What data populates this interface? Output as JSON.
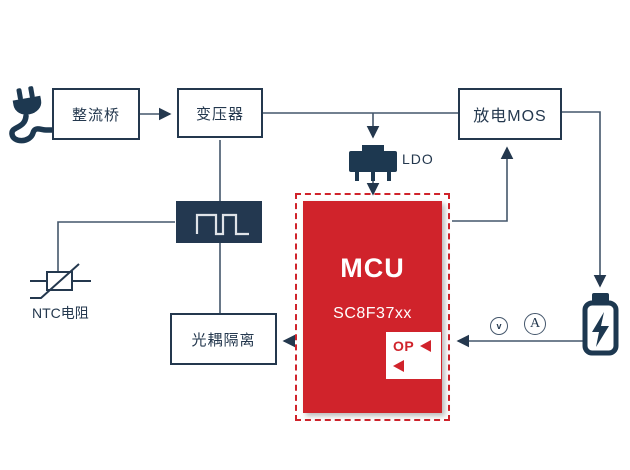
{
  "diagram": {
    "type": "block-diagram",
    "subject": "battery charger system based on SC8F37xx MCU",
    "colors": {
      "navy": "#24384e",
      "wire": "#44566b",
      "red": "#d0232b",
      "background": "#ffffff"
    },
    "blocks": {
      "plug": {
        "icon": "power-plug-icon"
      },
      "rectifier": {
        "label": "整流桥"
      },
      "transformer": {
        "label": "变压器"
      },
      "discharge_mos": {
        "label": "放电MOS"
      },
      "ldo": {
        "label": "LDO",
        "icon": "regulator-package-icon"
      },
      "pwm": {
        "icon": "square-wave-icon"
      },
      "ntc": {
        "label": "NTC电阻",
        "icon": "thermistor-symbol-icon"
      },
      "optocoupler": {
        "label": "光耦隔离"
      },
      "mcu": {
        "name": "MCU",
        "part_number": "SC8F37xx",
        "op_label": "OP"
      },
      "meters": {
        "voltmeter": "v",
        "ammeter": "A"
      },
      "battery": {
        "icon": "battery-charging-icon"
      }
    },
    "connections": [
      {
        "from": "plug",
        "to": "rectifier",
        "arrow": false
      },
      {
        "from": "rectifier",
        "to": "transformer",
        "arrow": true
      },
      {
        "from": "transformer",
        "to": "discharge_mos",
        "arrow": false
      },
      {
        "from": "transformer",
        "to": "ldo",
        "arrow": true
      },
      {
        "from": "ldo",
        "to": "mcu",
        "arrow": true
      },
      {
        "from": "transformer",
        "to": "pwm",
        "arrow": false
      },
      {
        "from": "pwm",
        "to": "ntc",
        "arrow": false
      },
      {
        "from": "pwm",
        "to": "optocoupler",
        "arrow": false
      },
      {
        "from": "mcu",
        "to": "optocoupler",
        "arrow": true
      },
      {
        "from": "mcu",
        "to": "discharge_mos",
        "arrow": true
      },
      {
        "from": "discharge_mos",
        "to": "battery",
        "arrow": true
      },
      {
        "from": "battery",
        "to": "mcu",
        "arrow": true,
        "through": [
          "voltmeter",
          "ammeter"
        ]
      }
    ]
  }
}
